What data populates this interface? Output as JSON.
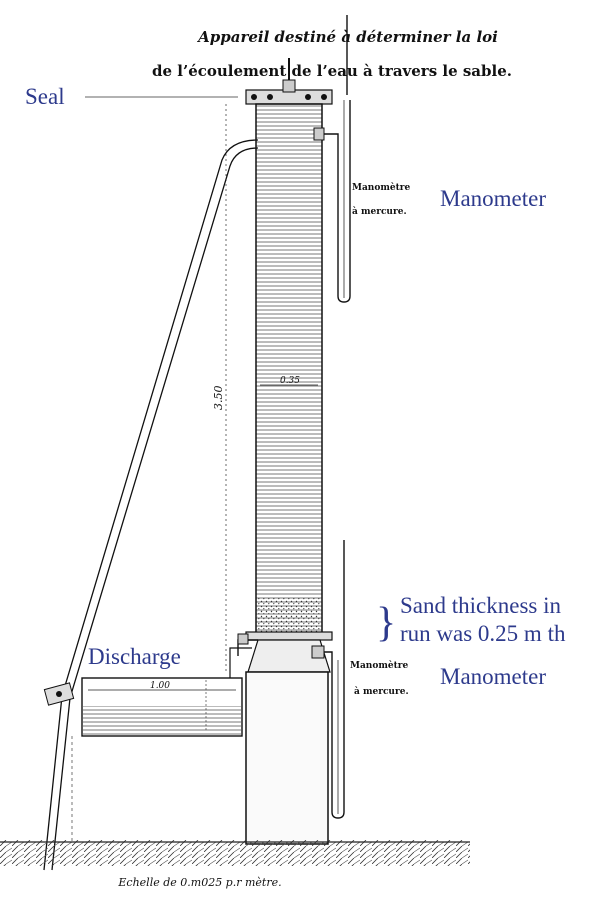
{
  "title": {
    "line1": "Appareil destiné à déterminer la loi",
    "line2": "de l’écoulement de l’eau à travers le sable."
  },
  "annotations": {
    "seal": "Seal",
    "manometer_top": "Manometer",
    "manometer_bottom": "Manometer",
    "discharge": "Discharge",
    "sand_line1": "Sand thickness in",
    "sand_line2": "run was 0.25 m th"
  },
  "engraving_labels": {
    "manometre_top_1": "Manomètre",
    "manometre_top_2": "à mercure.",
    "manometre_bot_1": "Manomètre",
    "manometre_bot_2": "à mercure.",
    "height_dim": "3.50",
    "width_dim": "0.35",
    "tank_dim": "1.00",
    "scale_caption": "Echelle de 0.m025 p.r mètre."
  },
  "colors": {
    "annotation": "#2d3a8c",
    "ink": "#111111"
  }
}
